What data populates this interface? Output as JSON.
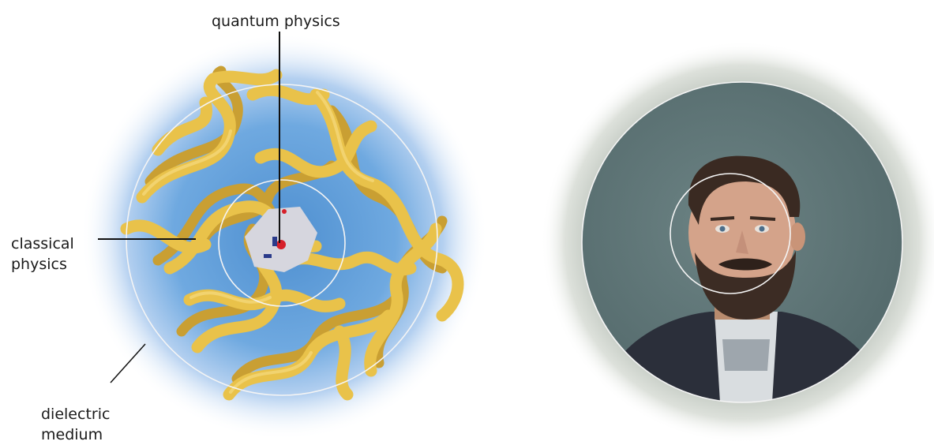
{
  "labels": {
    "quantum": "quantum physics",
    "classical": "classical physics",
    "dielectric": "dielectric medium"
  },
  "colors": {
    "medium_blue": "#5a9fd8",
    "medium_glow": "#dfeaf8",
    "protein_ribbon": "#e9c24a",
    "protein_ribbon_shade": "#c99f33",
    "active_site_gray": "#d6d6de",
    "active_site_red": "#d6202a",
    "active_site_blue": "#2a3a8a",
    "portrait_background": "#5f7677",
    "portrait_halo": "#c9cec7",
    "guide_circle": "#f4f4f4",
    "leader_line": "#111111"
  },
  "icons": {
    "protein": "enzyme-ribbon-structure",
    "portrait": "bearded-man-portrait"
  }
}
